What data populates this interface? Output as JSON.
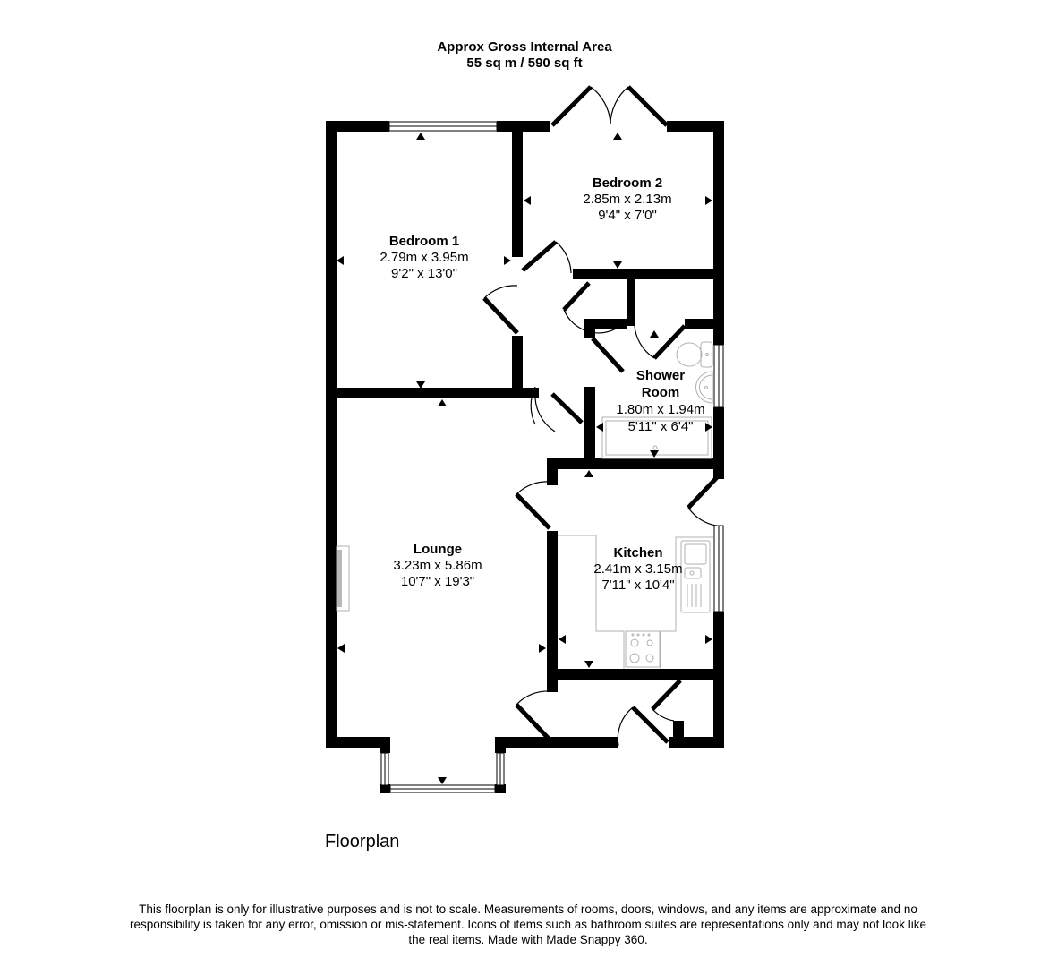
{
  "header": {
    "line1": "Approx Gross Internal Area",
    "line2": "55 sq m / 590 sq ft"
  },
  "rooms": [
    {
      "id": "bedroom-1",
      "name": "Bedroom 1",
      "metric": "2.79m x 3.95m",
      "imperial": "9'2\" x 13'0\""
    },
    {
      "id": "bedroom-2",
      "name": "Bedroom 2",
      "metric": "2.85m x 2.13m",
      "imperial": "9'4\" x 7'0\""
    },
    {
      "id": "shower-room",
      "name": "Shower",
      "name2": "Room",
      "metric": "1.80m x 1.94m",
      "imperial": "5'11\" x 6'4\""
    },
    {
      "id": "lounge",
      "name": "Lounge",
      "metric": "3.23m x 5.86m",
      "imperial": "10'7\" x 19'3\""
    },
    {
      "id": "kitchen",
      "name": "Kitchen",
      "metric": "2.41m x 3.15m",
      "imperial": "7'11\" x 10'4\""
    }
  ],
  "caption": "Floorplan",
  "disclaimer": "This floorplan is only for illustrative purposes and is not to scale. Measurements of rooms, doors, windows, and any items are approximate and no responsibility is taken for any error, omission or mis-statement. Icons of items such as bathroom suites are representations only and may not look like the real items. Made with Made Snappy 360.",
  "colors": {
    "wall": "#000000",
    "fixture": "#b0b0b0",
    "background": "#ffffff"
  }
}
